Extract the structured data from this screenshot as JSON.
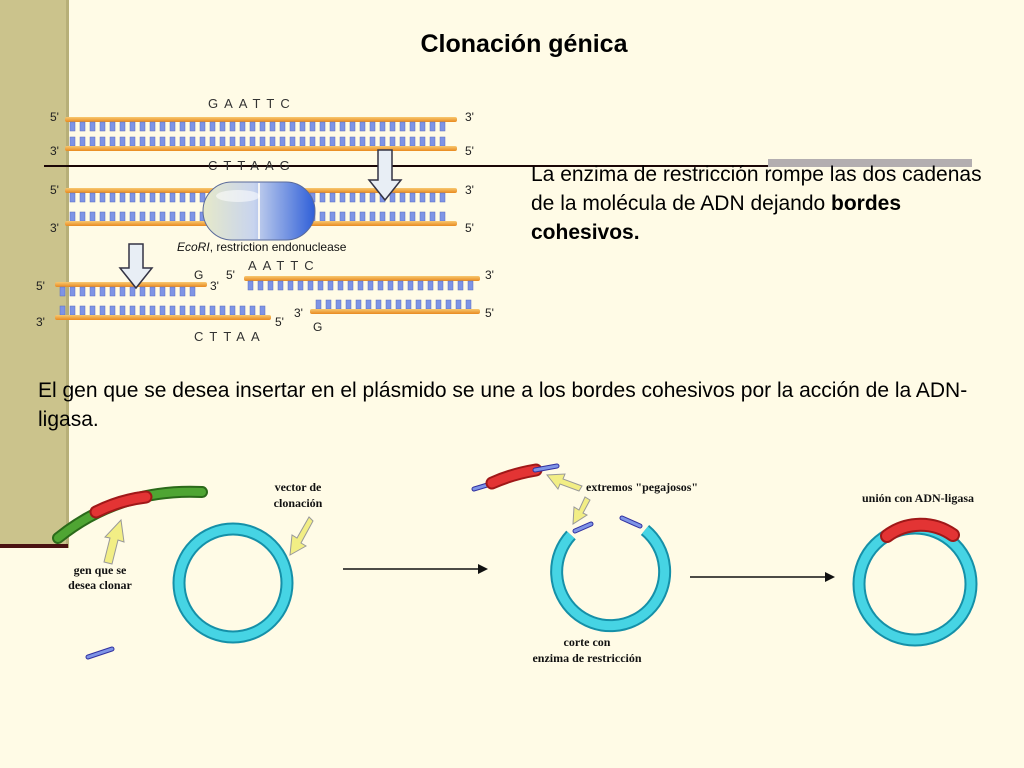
{
  "title": "Clonación génica",
  "restriction_paragraph": {
    "text_before": "La enzima de restricción rompe las dos cadenas de la molécula de ADN dejando ",
    "text_bold": "bordes cohesivos."
  },
  "ligase_paragraph": "El gen que se desea insertar en el plásmido se une a los bordes cohesivos por la acción de la ADN-ligasa.",
  "dna_figure": {
    "seq_top": "GAATTC",
    "seq_bottom": "CTTAAG",
    "end_5": "5'",
    "end_3": "3'",
    "enzyme_name": "EcoRI",
    "enzyme_desc": ", restriction endonuclease",
    "frag_left_top_nt": "G",
    "frag_left_bottom_seq": "CTTAA",
    "frag_right_top_seq": "AATTC",
    "frag_right_bottom_nt": "G"
  },
  "cloning_figure": {
    "label_vector_1": "vector de",
    "label_vector_2": "clonación",
    "label_gene_1": "gen que se",
    "label_gene_2": "desea clonar",
    "label_sticky": "extremos \"pegajosos\"",
    "label_cut_1": "corte con",
    "label_cut_2": "enzima de restricción",
    "label_ligase": "unión con ADN-ligasa"
  },
  "colors": {
    "background": "#fffbe6",
    "side_bar": "#cbc38c",
    "strand_orange": "#f2a640",
    "base_blue": "#7e94e6",
    "plasmid_cyan": "#3fd0e0",
    "gene_red": "#e02828",
    "gene_green": "#3f8f28",
    "arrow_yellow": "#f0ec7a"
  }
}
